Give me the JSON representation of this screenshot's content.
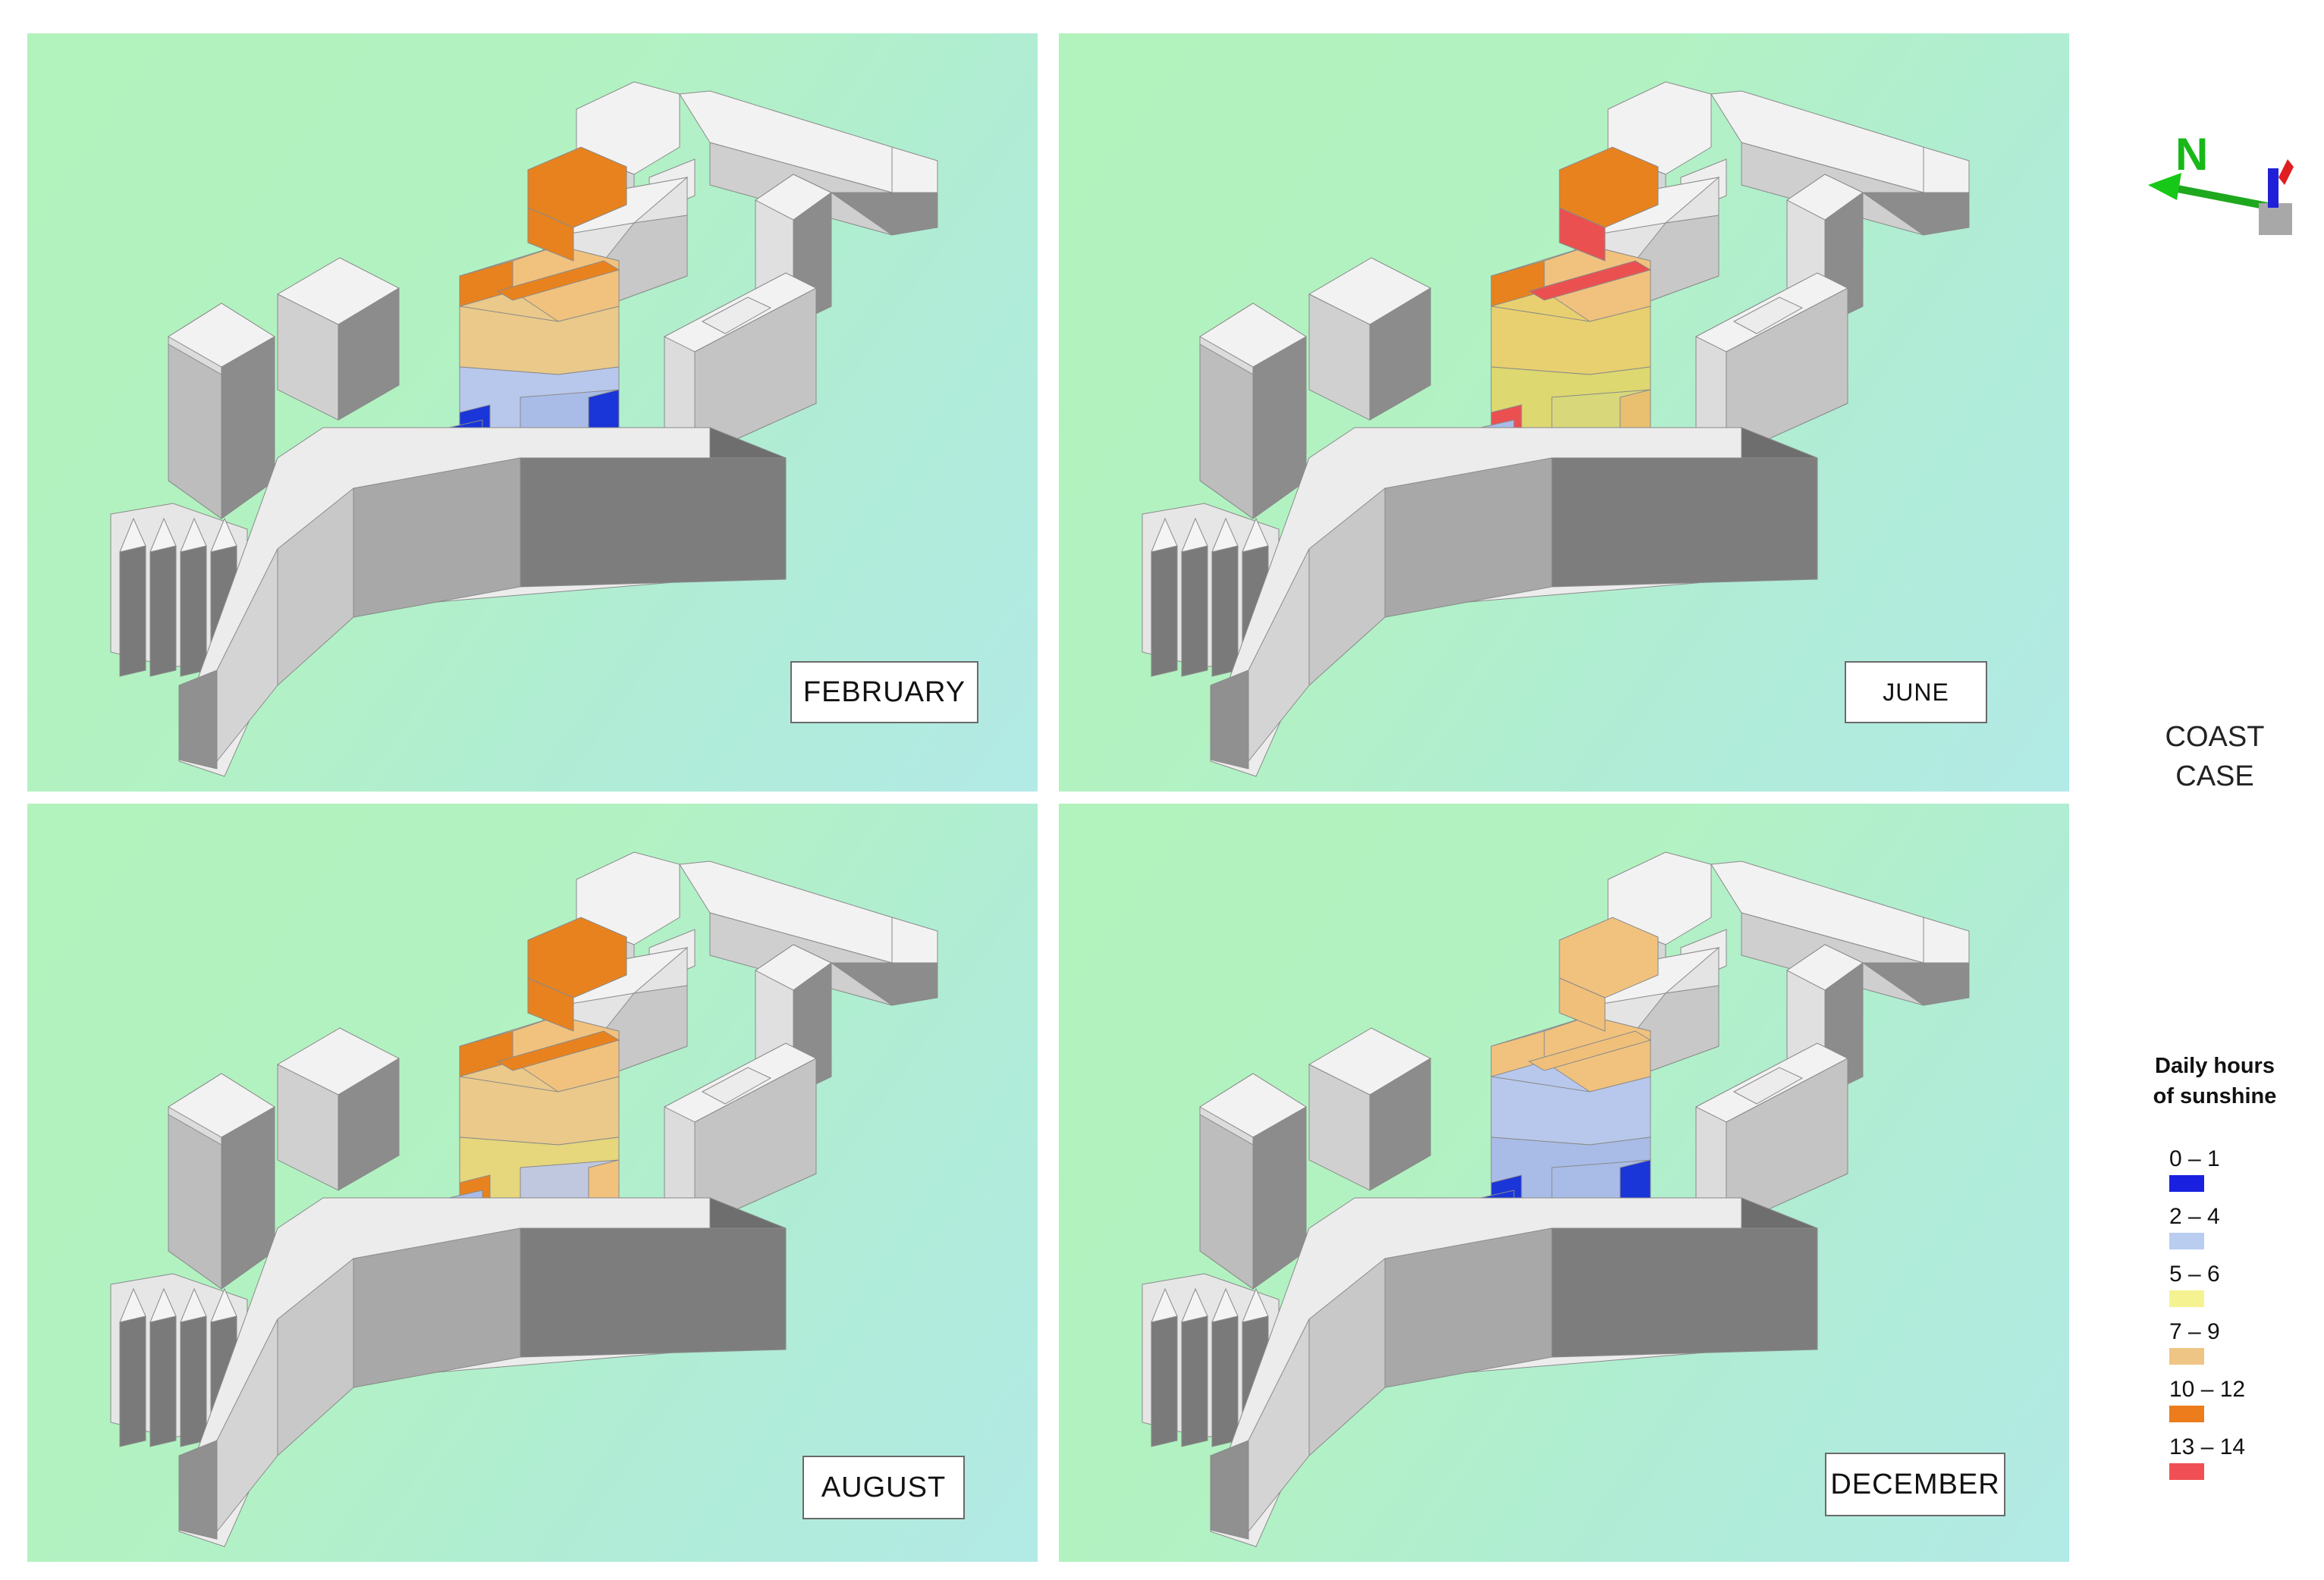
{
  "panels": [
    {
      "label": "FEBRUARY",
      "colors": {
        "roof": "#e8821e",
        "topA": "#e8821e",
        "topB": "#f1c27e",
        "mid": "#eac98a",
        "lowA": "#b8c8ec",
        "lowB": "#a9bce8",
        "sideA": "#1a35d8",
        "sideB": "#1a35d8",
        "base": "#1a35d8"
      }
    },
    {
      "label": "JUNE",
      "colors": {
        "roof": "#eb5050",
        "topA": "#e8821e",
        "topB": "#f1c27e",
        "mid": "#e8d070",
        "lowA": "#ddd870",
        "lowB": "#d8d87a",
        "sideA": "#eb5050",
        "sideB": "#e8c070",
        "base": "#a9bce8"
      }
    },
    {
      "label": "AUGUST",
      "colors": {
        "roof": "#e8821e",
        "topA": "#e8821e",
        "topB": "#f1c27e",
        "mid": "#eac98a",
        "lowA": "#e6d67c",
        "lowB": "#c0c8e0",
        "sideA": "#e8821e",
        "sideB": "#f1c27e",
        "base": "#a9bce8"
      }
    },
    {
      "label": "DECEMBER",
      "colors": {
        "roof": "#f0c07a",
        "topA": "#f1c27e",
        "topB": "#f1c27e",
        "mid": "#b8c8ec",
        "lowA": "#a9bce8",
        "lowB": "#a9bce8",
        "sideA": "#1a35d8",
        "sideB": "#1a35d8",
        "base": "#1a35d8"
      }
    }
  ],
  "compass": {
    "label": "N"
  },
  "case_title": [
    "COAST",
    "CASE"
  ],
  "legend": {
    "title": [
      "Daily hours",
      "of sunshine"
    ],
    "items": [
      {
        "range": "0 – 1",
        "color": "#1a20e0"
      },
      {
        "range": "2 – 4",
        "color": "#b9cdf1"
      },
      {
        "range": "5 – 6",
        "color": "#f5f391"
      },
      {
        "range": "7 – 9",
        "color": "#efc585"
      },
      {
        "range": "10 – 12",
        "color": "#ec7c1c"
      },
      {
        "range": "13 – 14",
        "color": "#f05055"
      }
    ]
  }
}
